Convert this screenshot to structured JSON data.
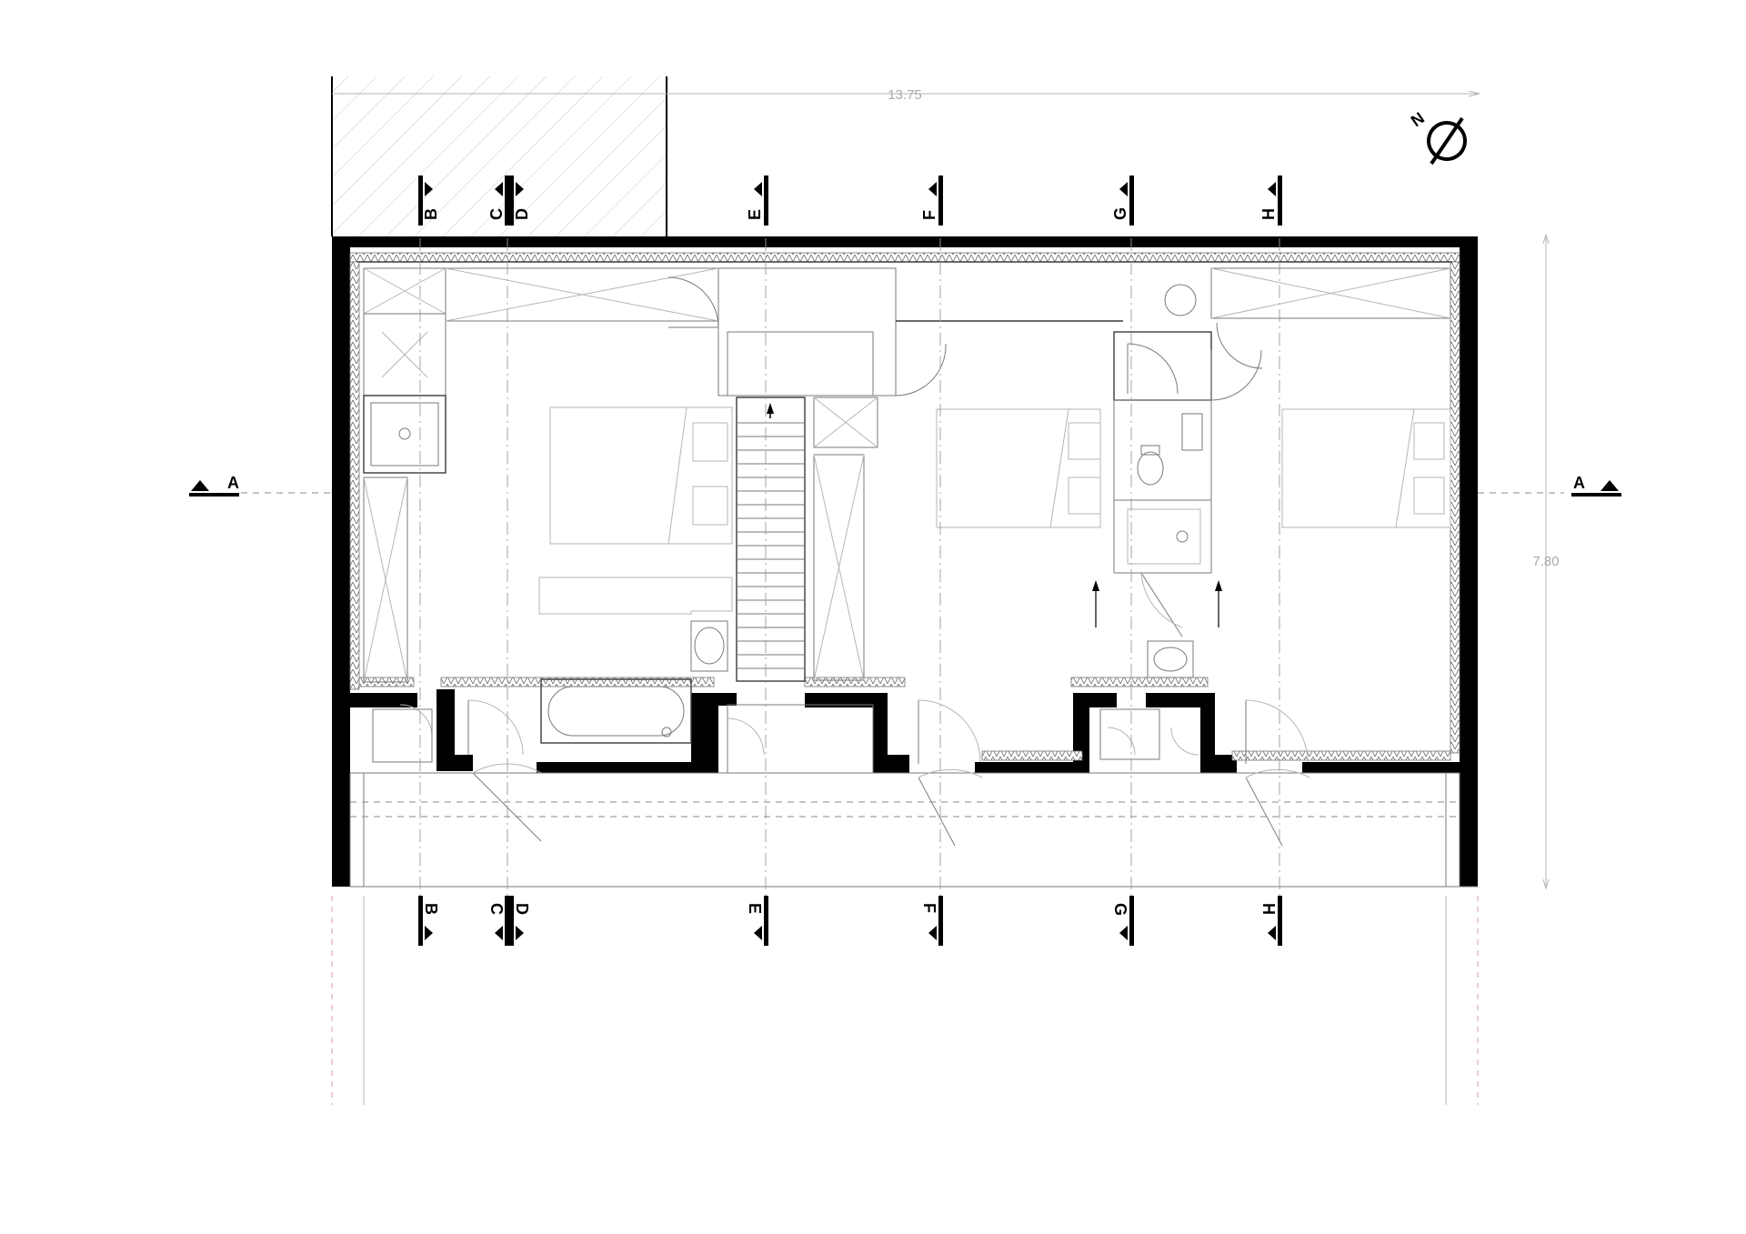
{
  "dimensions": {
    "width_label": "13.75",
    "depth_label": "7.80"
  },
  "section_a": {
    "left": "A",
    "right": "A"
  },
  "sections_top": [
    "B",
    "C",
    "D",
    "E",
    "F",
    "G",
    "H"
  ],
  "sections_bottom": [
    "B",
    "C",
    "D",
    "E",
    "F",
    "G",
    "H"
  ],
  "north": "N",
  "colors": {
    "wall": "#000000",
    "linework": "#7a7a7a",
    "insulation": "#555555"
  }
}
